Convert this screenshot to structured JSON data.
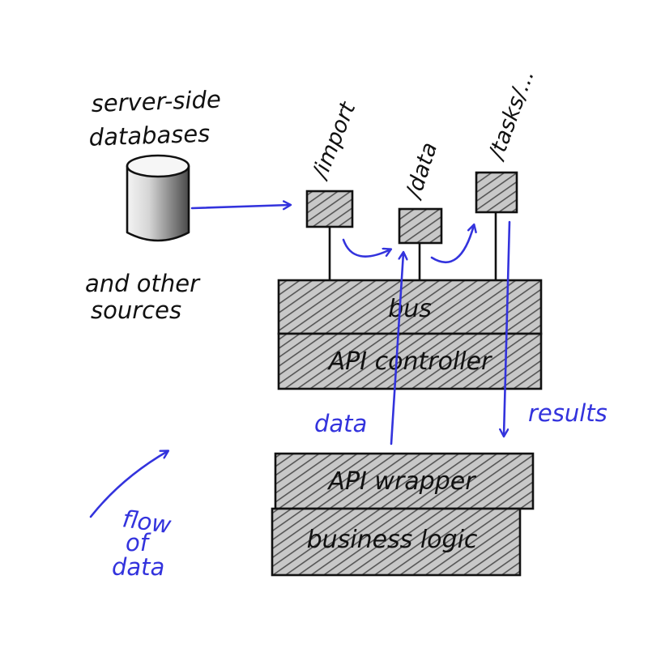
{
  "colors": {
    "ink": "#111111",
    "accent_blue": "#3333dd",
    "box_fill": "#bdbdbd",
    "background": "#ffffff"
  },
  "sources": {
    "title_line1": "server-side",
    "title_line2": "databases",
    "subtitle_line1": "and other",
    "subtitle_line2": "sources"
  },
  "endpoints": {
    "import": "/import",
    "data": "/data",
    "tasks": "/tasks/..."
  },
  "layers": {
    "bus": "bus",
    "api_controller": "API controller",
    "api_wrapper": "API wrapper",
    "business_logic": "business logic"
  },
  "flow_labels": {
    "data": "data",
    "results": "results"
  },
  "legend": {
    "line1": "flow",
    "line2": "of",
    "line3": "data"
  }
}
